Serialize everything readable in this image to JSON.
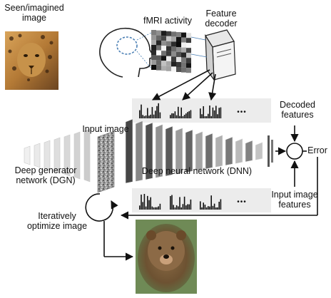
{
  "labels": {
    "seen_image": [
      "Seen/imagined",
      "image"
    ],
    "fmri": "fMRI activity",
    "feature_decoder": [
      "Feature",
      "decoder"
    ],
    "decoded_features": [
      "Decoded",
      "features"
    ],
    "input_image": "Input image",
    "error": "Error",
    "dgn": [
      "Deep generator",
      "network (DGN)"
    ],
    "dnn": "Deep neural network (DNN)",
    "input_image_features": [
      "Input image",
      "features"
    ],
    "optimize": [
      "Iteratively",
      "optimize image"
    ],
    "ellipsis": "•••"
  },
  "colors": {
    "band": "#ececec",
    "arrow": "#111111",
    "leopard": "#b07a3a",
    "bear": "#7a5a3a"
  },
  "icons": {
    "head": "human-head-outline",
    "server": "server-tower",
    "circle_error": "comparison-circle",
    "loop": "circular-arrow"
  }
}
